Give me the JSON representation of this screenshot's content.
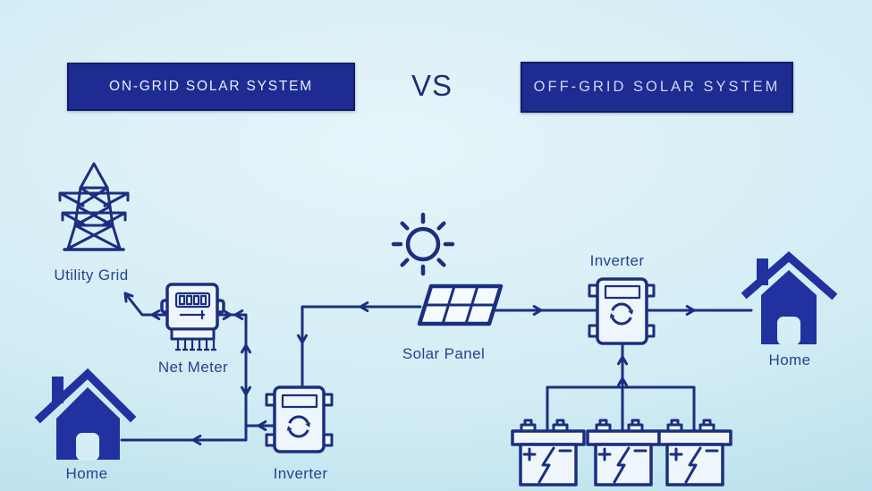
{
  "header": {
    "left_banner": "ON-GRID SOLAR SYSTEM",
    "vs": "VS",
    "right_banner": "OFF-GRID SOLAR SYSTEM"
  },
  "on_grid": {
    "utility_grid": "Utility Grid",
    "net_meter": "Net Meter",
    "home": "Home",
    "inverter": "Inverter"
  },
  "center": {
    "solar_panel": "Solar Panel"
  },
  "off_grid": {
    "inverter": "Inverter",
    "home": "Home"
  },
  "icons": {
    "utility_grid": "transmission-tower-icon",
    "net_meter": "electric-meter-icon",
    "sun": "sun-icon",
    "solar_panel": "solar-panel-icon",
    "inverter": "inverter-sync-arrows-icon",
    "home": "house-icon",
    "battery": "battery-lightning-icon",
    "battery_count": 3
  },
  "colors": {
    "line": "#1b2f80",
    "icon_fill": "#eef6fb",
    "panel_fill": "#f4fafd",
    "house": "#2132a0",
    "door": "#d5edf5",
    "banner_bg": "#1e2c92",
    "banner_border": "#111c66",
    "banner_text_left": "#e8eeff",
    "banner_text_right": "#c9d8f3",
    "label": "#27438f",
    "vs": "#1d2f72",
    "bg_inner": "#e6f5fa",
    "bg_mid": "#d2ecf4",
    "bg_outer": "#b0dcea"
  }
}
